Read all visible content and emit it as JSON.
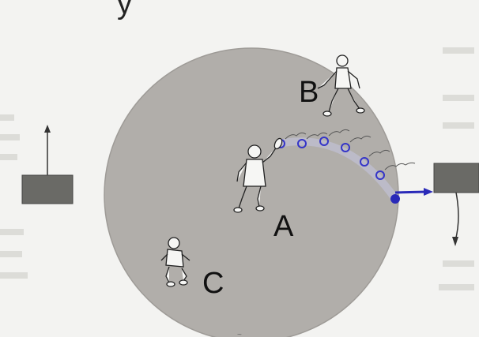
{
  "labels": {
    "a": "A",
    "b": "B",
    "c": "C",
    "top_fragment": "y"
  },
  "colors": {
    "circle_fill": "#b1aeaa",
    "ball": "#3535c8",
    "arrow": "#2a2ab8",
    "box": "#6a6a66",
    "background": "#f3f3f1"
  },
  "icons": [
    "left-box-icon",
    "right-box-icon",
    "player-a-icon",
    "player-b-icon",
    "player-c-icon",
    "ball-icon",
    "arrow-icon"
  ]
}
